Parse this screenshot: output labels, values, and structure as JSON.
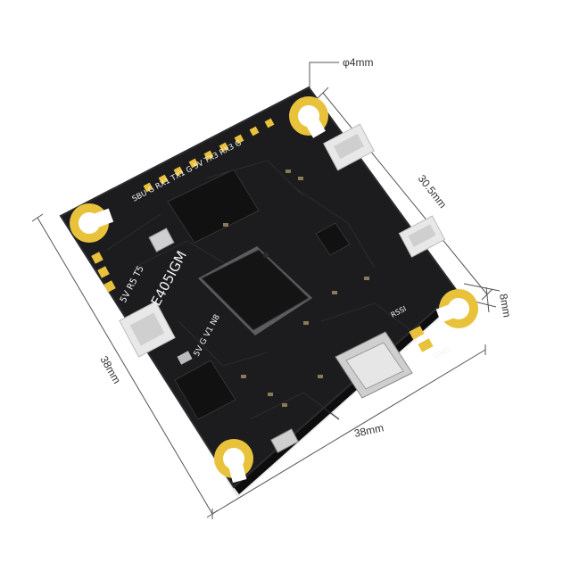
{
  "dimensions": {
    "hole_diameter": "φ4mm",
    "mount_spacing": "30.5mm",
    "pad_offset": "8mm",
    "board_width": "38mm",
    "board_height": "38mm"
  },
  "board": {
    "model_label": "E405IGM",
    "top_pad_labels": "SBU G RX1 TX1 G 5V TX3 RX3 G",
    "left_labels": "5V R5 T5",
    "vtx_label": "5V G V1 N8",
    "rssi_label": "RSSI",
    "gnd_label": "GND"
  },
  "colors": {
    "pcb": "#1c1c1e",
    "pcb_edge": "#2c2c30",
    "gold": "#e9c23b",
    "silk": "#f2f2f2",
    "dimension_line": "#555555"
  },
  "icons": [
    "mounting-hole-icon",
    "usb-c-port-icon",
    "mcu-chip-icon"
  ]
}
